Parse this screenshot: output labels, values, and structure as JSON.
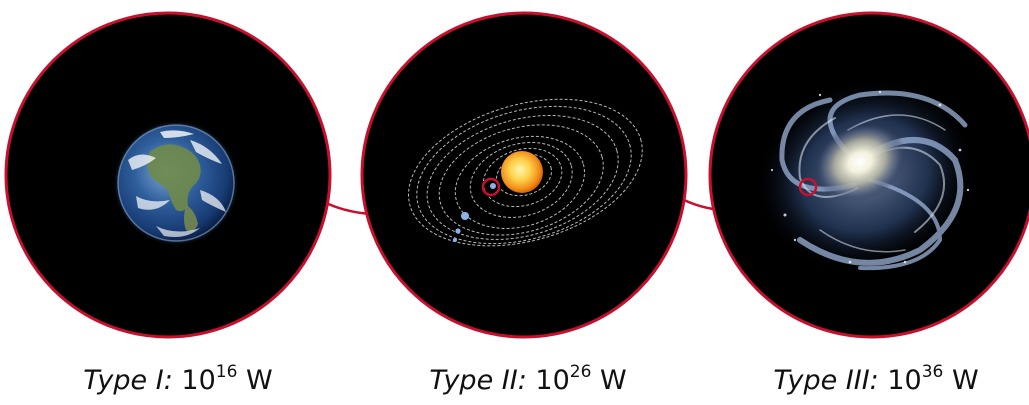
{
  "accent_color": "#c8102e",
  "panels": [
    {
      "subject": "earth-icon",
      "type_label": "Type I:",
      "base": "10",
      "exponent": "16",
      "unit": "W"
    },
    {
      "subject": "solar-system-icon",
      "type_label": "Type II:",
      "base": "10",
      "exponent": "26",
      "unit": "W"
    },
    {
      "subject": "galaxy-icon",
      "type_label": "Type III:",
      "base": "10",
      "exponent": "36",
      "unit": "W"
    }
  ]
}
